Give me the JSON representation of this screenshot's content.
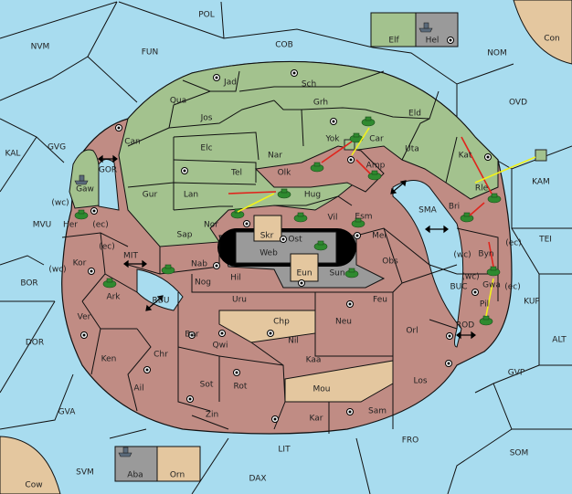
{
  "colors": {
    "sea": "#a8dcef",
    "green": "#a3c28e",
    "red": "#c08c84",
    "grey": "#9a9a9a",
    "tan": "#e4c79f",
    "black": "#000000",
    "army": "#2f8a2f",
    "order_red": "#e0241c",
    "order_yellow": "#f2f21a"
  },
  "labels": {
    "pol": "POL",
    "nvm": "NVM",
    "fun": "FUN",
    "cob": "COB",
    "nom": "NOM",
    "con": "Con",
    "ovd": "OVD",
    "kal": "KAL",
    "gvg": "GVG",
    "gor": "GOR",
    "kam": "KAM",
    "mvu": "MVU",
    "sma": "SMA",
    "tei": "TEI",
    "bor": "BOR",
    "mit": "MIT",
    "rbu": "RBU",
    "buc": "BUC",
    "kup": "KUP",
    "alt": "ALT",
    "dor": "DOR",
    "rod": "ROD",
    "gvp": "GVP",
    "gva": "GVA",
    "fro": "FRO",
    "som": "SOM",
    "lit": "LIT",
    "svm": "SVM",
    "dax": "DAX",
    "cow": "Cow",
    "elf": "Elf",
    "hel": "Hel",
    "aba": "Aba",
    "orn": "Orn",
    "jad": "Jad",
    "sch": "Sch",
    "qua": "Qua",
    "jos": "Jos",
    "grh": "Grh",
    "eld": "Eld",
    "can": "Can",
    "elc": "Elc",
    "nar": "Nar",
    "yok": "Yok",
    "car": "Car",
    "uta": "Uta",
    "amp": "Amp",
    "kat": "Kat",
    "tel": "Tel",
    "olk": "Olk",
    "gaw": "Gaw",
    "gur": "Gur",
    "lan": "Lan",
    "hug": "Hug",
    "rle": "Rle",
    "bri": "Bri",
    "wc1": "(wc)",
    "her": "Her",
    "ec1": "(ec)",
    "nor": "Nor",
    "vil": "Vil",
    "esm": "Esm",
    "sap": "Sap",
    "skr": "Skr",
    "ost": "Ost",
    "mel": "Mel",
    "web": "Web",
    "ec2": "(ec)",
    "kor": "Kor",
    "nab": "Nab",
    "wc2": "(wc)",
    "hil": "Hil",
    "eun": "Eun",
    "sun": "Sun",
    "obs": "Obs",
    "wc3": "(wc)",
    "byn": "Byn",
    "ec3": "(ec)",
    "ark": "Ark",
    "nog": "Nog",
    "wc4": "(wc)",
    "gwa": "Gwa",
    "ec4": "(ec)",
    "uru": "Uru",
    "feu": "Feu",
    "pil": "Pil",
    "ver": "Ver",
    "chp": "Chp",
    "neu": "Neu",
    "bar": "Bar",
    "orl": "Orl",
    "qwi": "Qwi",
    "nil": "Nil",
    "ken": "Ken",
    "chr": "Chr",
    "kaa": "Kaa",
    "rot": "Rot",
    "sot": "Sot",
    "los": "Los",
    "ail": "Ail",
    "mou": "Mou",
    "sam": "Sam",
    "zin": "Zin",
    "kar": "Kar"
  }
}
